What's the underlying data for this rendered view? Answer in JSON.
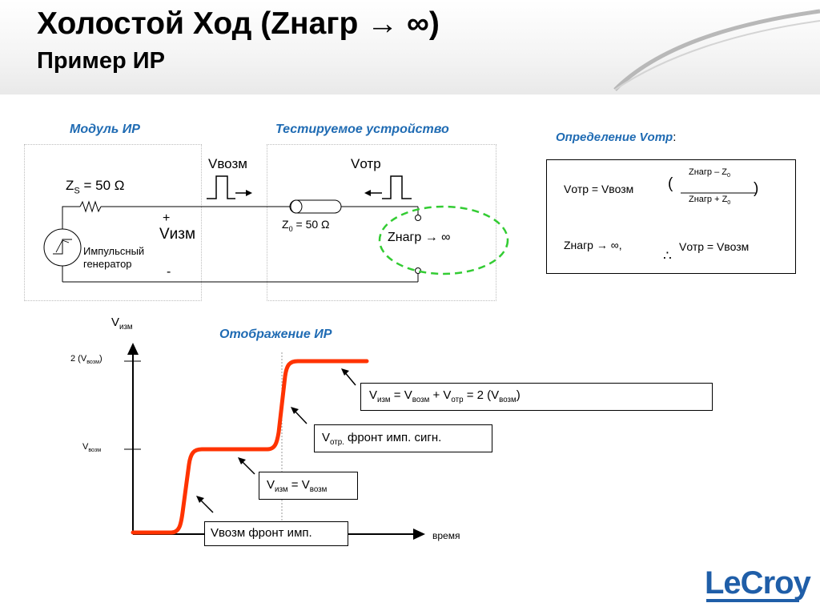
{
  "header": {
    "title": "Холостой Ход (Zнагр → ∞)",
    "subtitle": "Пример ИР"
  },
  "circuit": {
    "module_label": "Модуль ИР",
    "dut_label": "Тестируемое устройство",
    "zs_label": "Z",
    "zs_sub": "S",
    "zs_value": "= 50 Ω",
    "v_inc_label": "Vвозм",
    "v_ref_label": "Vотр",
    "plus_sign": "+",
    "minus_sign": "-",
    "v_meas_label": "Vизм",
    "generator_line1": "Импульсный",
    "generator_line2": "генератор",
    "z0_label": "Z",
    "z0_sub": "0",
    "z0_value": "= 50 Ω",
    "zload_label": "Zнагр → ∞"
  },
  "definition": {
    "title": "Определение Vотр",
    "title_suffix": ":",
    "eq_lhs": "Vотр = Vвозм",
    "paren_open": "(",
    "paren_close": ")",
    "numerator": "Zнагр – Z",
    "numerator_sub": "0",
    "denominator": "Zнагр + Z",
    "denominator_sub": "0",
    "condition": "Zнагр → ∞,",
    "therefore": "∴",
    "result": "Vотр = Vвозм"
  },
  "display": {
    "title": "Отображение ИР",
    "y_axis_label": "V",
    "y_axis_label_sub": "изм",
    "x_axis_label": "время",
    "tick_2v_pre": "2 (V",
    "tick_2v_sub": "возм",
    "tick_2v_post": ")",
    "tick_v": "V",
    "tick_v_sub": "возм",
    "box1_text": "Vвозм фронт имп.",
    "box2_v": "V",
    "box2_v_sub": "изм",
    "box2_eq": " = V",
    "box2_rhs_sub": "возм",
    "box3_v": "V",
    "box3_v_sub": "отр.",
    "box3_text": " фронт имп. сигн.",
    "box4_a": "V",
    "box4_a_sub": "изм",
    "box4_b": " = V",
    "box4_b_sub": "возм",
    "box4_c": " + V",
    "box4_c_sub": "отр",
    "box4_d": " = 2 (V",
    "box4_d_sub": "возм",
    "box4_e": ")"
  },
  "brand": {
    "logo": "LeCroy"
  },
  "colors": {
    "accent": "#1f6bb3",
    "waveform": "#ff3300",
    "dashed_circle": "#33cc33",
    "logo": "#1f5ea8"
  }
}
